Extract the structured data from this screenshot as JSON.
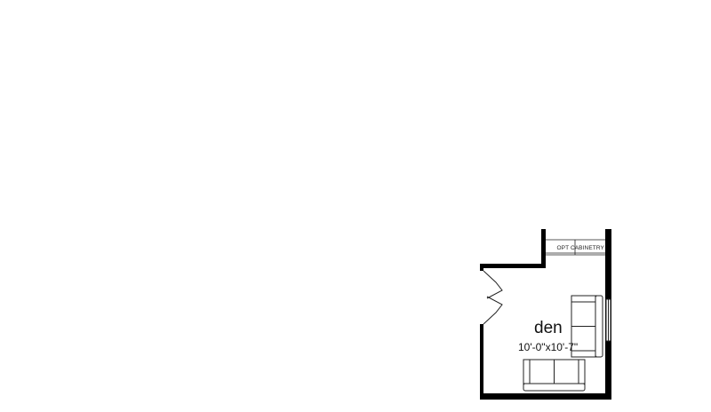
{
  "plan": {
    "room_name": "den",
    "room_dimensions": "10'-0\"x10'-7\"",
    "cabinetry_label": "OPT CABINETRY"
  },
  "colors": {
    "wall": "#000000",
    "line": "#222222",
    "background": "#ffffff"
  }
}
